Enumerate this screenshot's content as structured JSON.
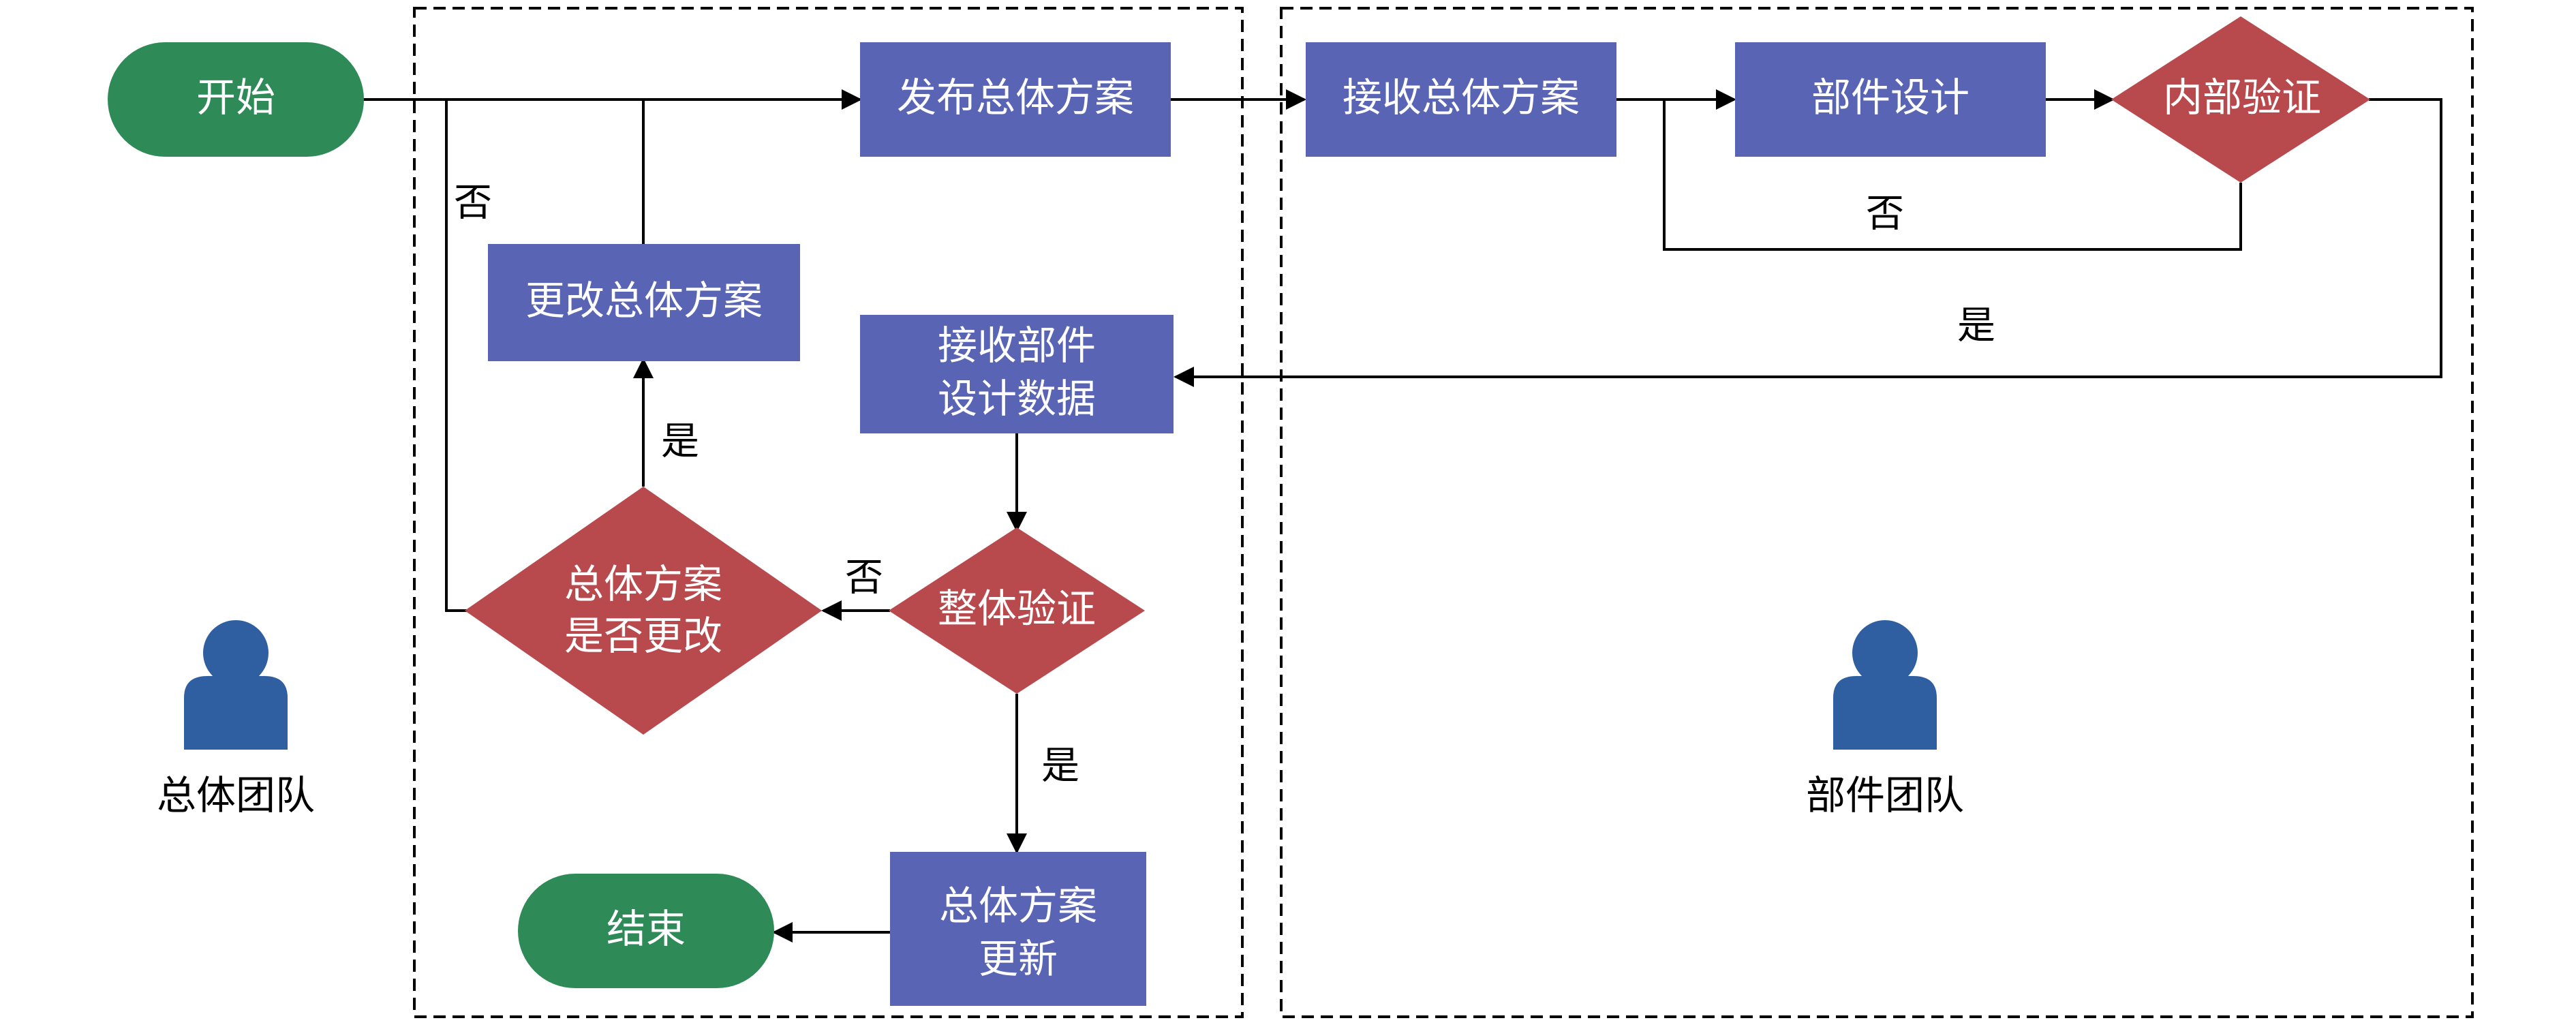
{
  "colors": {
    "process": "#5964b4",
    "decision": "#b84a4e",
    "terminal": "#2e8b57",
    "person_icon": "#2f5fa0"
  },
  "lanes": {
    "overall_team": {
      "label": "总体团队",
      "icon": "person-icon"
    },
    "component_team": {
      "label": "部件团队",
      "icon": "person-icon"
    }
  },
  "nodes": {
    "start": "开始",
    "publish_plan": "发布总体方案",
    "receive_plan": "接收总体方案",
    "component_design": "部件设计",
    "internal_verify": "内部验证",
    "modify_plan": "更改总体方案",
    "receive_data_line1": "接收部件",
    "receive_data_line2": "设计数据",
    "overall_verify": "整体验证",
    "plan_change_q_line1": "总体方案",
    "plan_change_q_line2": "是否更改",
    "plan_update_line1": "总体方案",
    "plan_update_line2": "更新",
    "end": "结束"
  },
  "edge_labels": {
    "no_left_loop": "否",
    "no_internal": "否",
    "yes_internal": "是",
    "yes_modify": "是",
    "no_overall": "否",
    "yes_overall": "是"
  }
}
